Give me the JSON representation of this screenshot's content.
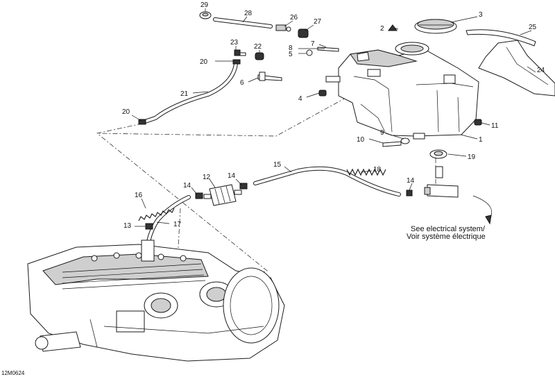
{
  "callouts": [
    {
      "id": "c1",
      "text": "1"
    },
    {
      "id": "c2",
      "text": "2"
    },
    {
      "id": "c3",
      "text": "3"
    },
    {
      "id": "c4",
      "text": "4"
    },
    {
      "id": "c5",
      "text": "5"
    },
    {
      "id": "c6",
      "text": "6"
    },
    {
      "id": "c7",
      "text": "7"
    },
    {
      "id": "c8",
      "text": "8"
    },
    {
      "id": "c9",
      "text": "9"
    },
    {
      "id": "c10",
      "text": "10"
    },
    {
      "id": "c11",
      "text": "11"
    },
    {
      "id": "c12",
      "text": "12"
    },
    {
      "id": "c13",
      "text": "13"
    },
    {
      "id": "c14a",
      "text": "14"
    },
    {
      "id": "c14b",
      "text": "14"
    },
    {
      "id": "c14c",
      "text": "14"
    },
    {
      "id": "c15",
      "text": "15"
    },
    {
      "id": "c16",
      "text": "16"
    },
    {
      "id": "c17",
      "text": "17"
    },
    {
      "id": "c18",
      "text": "18"
    },
    {
      "id": "c19",
      "text": "19"
    },
    {
      "id": "c20a",
      "text": "20"
    },
    {
      "id": "c20b",
      "text": "20"
    },
    {
      "id": "c21",
      "text": "21"
    },
    {
      "id": "c22",
      "text": "22"
    },
    {
      "id": "c23",
      "text": "23"
    },
    {
      "id": "c24",
      "text": "24"
    },
    {
      "id": "c25",
      "text": "25"
    },
    {
      "id": "c26",
      "text": "26"
    },
    {
      "id": "c27",
      "text": "27"
    },
    {
      "id": "c28",
      "text": "28"
    },
    {
      "id": "c29",
      "text": "29"
    }
  ],
  "note": {
    "line1": "See electrical system/",
    "line2": "Voir système électrique"
  },
  "drawing_code": "12M0624"
}
